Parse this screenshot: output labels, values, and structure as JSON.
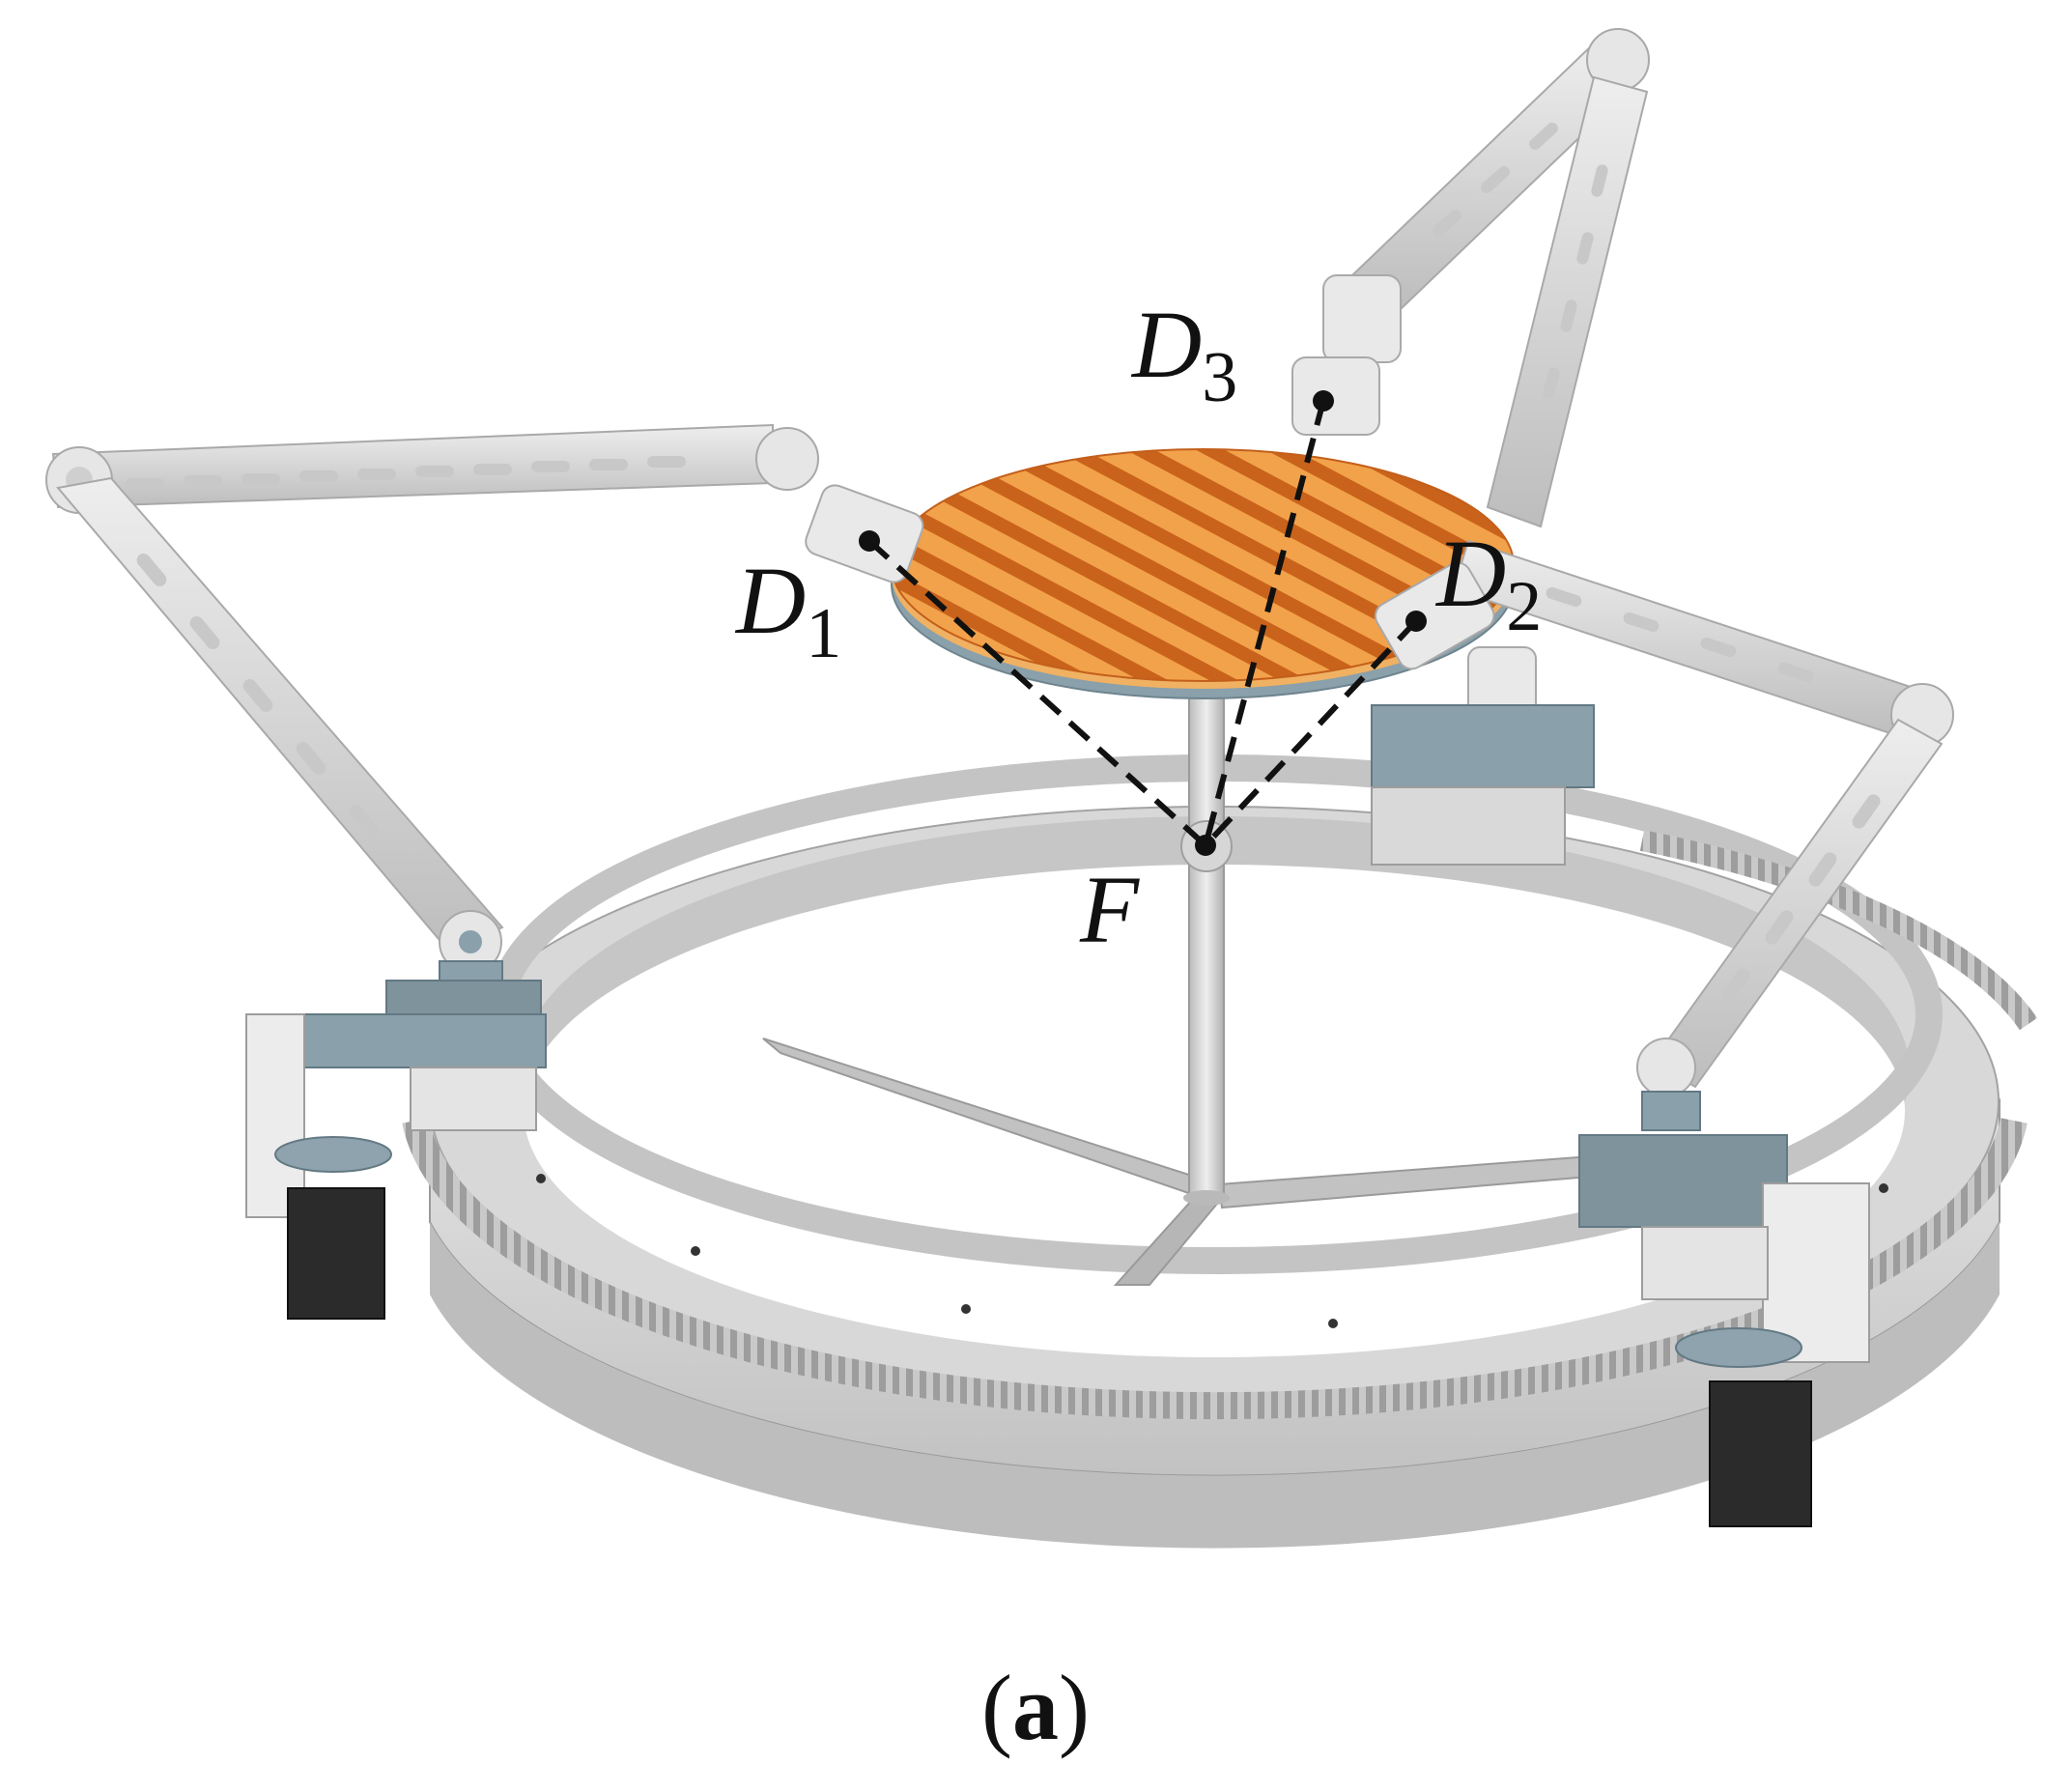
{
  "labels": {
    "d1": {
      "letter": "D",
      "sub": "1"
    },
    "d2": {
      "letter": "D",
      "sub": "2"
    },
    "d3": {
      "letter": "D",
      "sub": "3"
    },
    "f": {
      "letter": "F"
    }
  },
  "caption": {
    "open": "(",
    "letter": "a",
    "close": ")"
  },
  "colors": {
    "arm": "#dcdcdc",
    "arm_shade": "#b9b9b9",
    "bracket": "#7e939c",
    "platform_top": "#e8913a",
    "platform_rib": "#c8651c",
    "platform_base": "#8aa0aa",
    "ring": "#d3d3d3",
    "motor": "#2b2b2b"
  }
}
